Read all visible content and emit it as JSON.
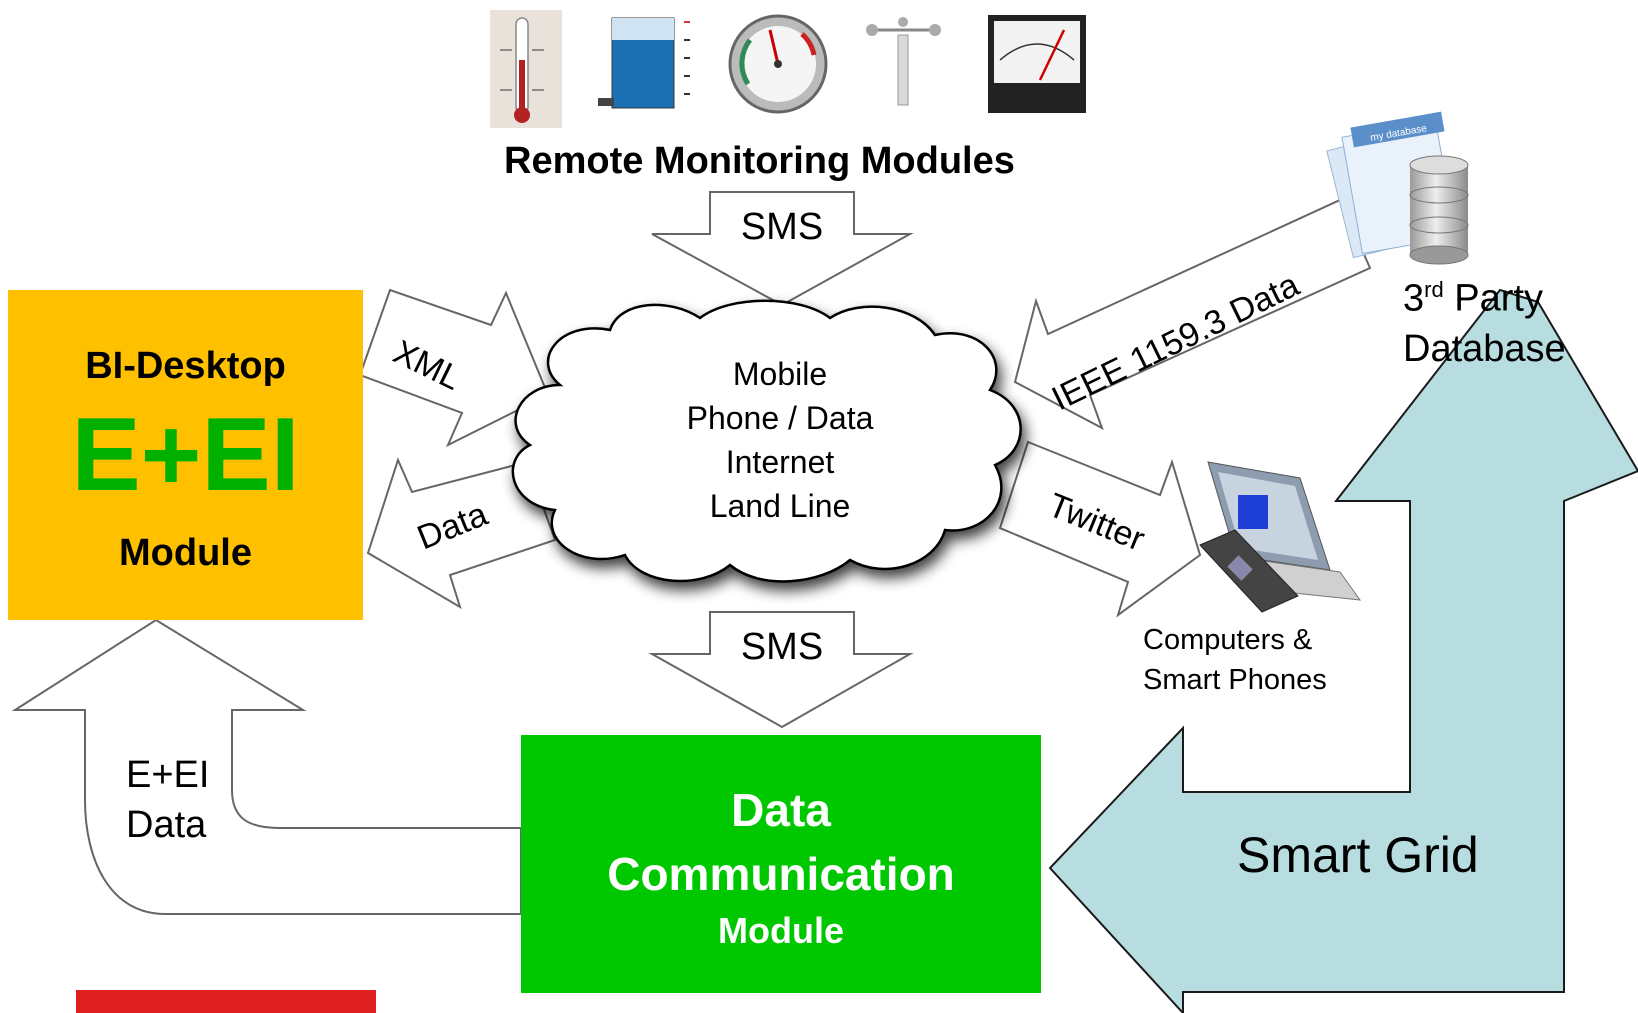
{
  "monitoring": {
    "title": "Remote Monitoring Modules",
    "devices": [
      "thermometer-icon",
      "water-tank-gauge-icon",
      "pressure-dial-icon",
      "anemometer-icon",
      "analog-meter-icon"
    ]
  },
  "cloud": {
    "lines": [
      "Mobile",
      "Phone / Data",
      "Internet",
      "Land Line"
    ]
  },
  "arrows": {
    "sms_top": "SMS",
    "sms_bottom": "SMS",
    "xml": "XML",
    "data": "Data",
    "ieee": "IEEE 1159.3 Data",
    "twitter": "Twitter",
    "ee_data_line1": "E+EI",
    "ee_data_line2": "Data",
    "smart_grid": "Smart Grid"
  },
  "bi_desktop": {
    "title": "BI-Desktop",
    "big": "E+EI",
    "subtitle": "Module"
  },
  "data_comm": {
    "line1": "Data",
    "line2": "Communication",
    "line3": "Module"
  },
  "database": {
    "label_line1_main": "3",
    "label_line1_sup": "rd",
    "label_line1_rest": " Party",
    "label_line2": "Database",
    "tag": "my database"
  },
  "devices_label": {
    "line1": "Computers &",
    "line2": "Smart Phones"
  },
  "colors": {
    "bi_box": "#FFC000",
    "ee_text": "#00B000",
    "comm_box": "#00C800",
    "smart_grid": "#B7DDE0",
    "red_bar": "#E02020"
  }
}
